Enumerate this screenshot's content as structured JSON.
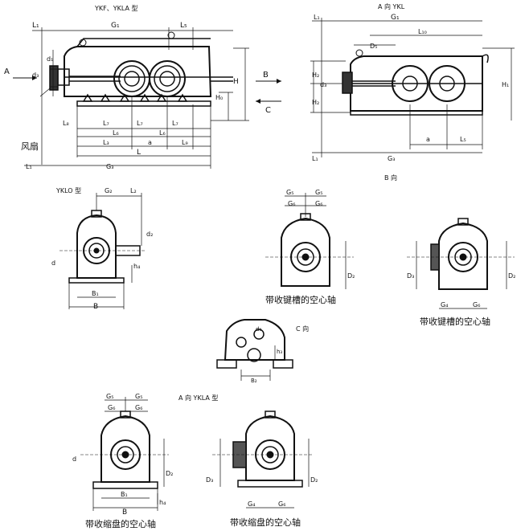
{
  "views": {
    "top_left_title": "YKF、YKLA 型",
    "top_right_title": "A 向 YKL",
    "yklo_title": "YKLO 型",
    "b_view_title": "B 向",
    "c_view_title": "C 向",
    "bottom_title": "A 向 YKLA 型"
  },
  "arrows": {
    "a": "A",
    "b": "B",
    "c": "C"
  },
  "captions": {
    "fan": "风扇",
    "keyway_1": "带收键槽的空心轴",
    "keyway_2": "带收键槽的空心轴",
    "shrink_1": "带收缩盘的空心轴",
    "shrink_2": "带收缩盘的空心轴"
  },
  "dims": {
    "L1": "L₁",
    "G1": "G₁",
    "L5": "L₅",
    "d1": "d₁",
    "d3": "d₃",
    "H": "H",
    "H0": "H₀",
    "L8": "L₈",
    "L7": "L₇",
    "L6": "L₆",
    "L3": "L₃",
    "a": "a",
    "L9": "L₉",
    "L": "L",
    "G3": "G₃",
    "D5": "D₅",
    "L10": "L₁₀",
    "H1": "H₁",
    "H2": "H₂",
    "G2": "G₂",
    "L2": "L₂",
    "d2": "d₂",
    "d": "d",
    "h4": "h₄",
    "B1": "B₁",
    "B": "B",
    "G5": "G₅",
    "G6": "G₆",
    "D2": "D₂",
    "D3": "D₃",
    "G4": "G₄",
    "B2": "B₂",
    "h3": "h₃",
    "d0": "d₀"
  }
}
